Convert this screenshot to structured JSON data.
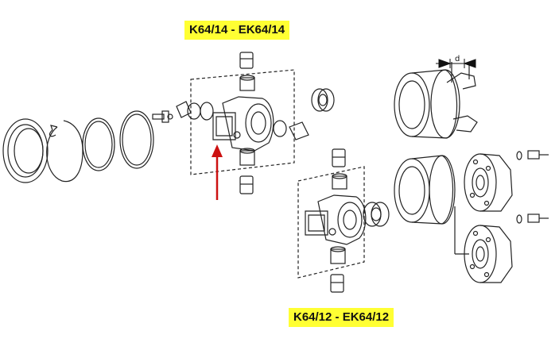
{
  "labels": {
    "top": "K64/14 - EK64/14",
    "bottom": "K64/12 - EK64/12",
    "dimension": "d"
  },
  "colors": {
    "highlight": "#ffff33",
    "arrow": "#cc1111",
    "line": "#222222"
  },
  "icons": [
    "red-arrow-icon",
    "dimension-arrow-icon"
  ]
}
